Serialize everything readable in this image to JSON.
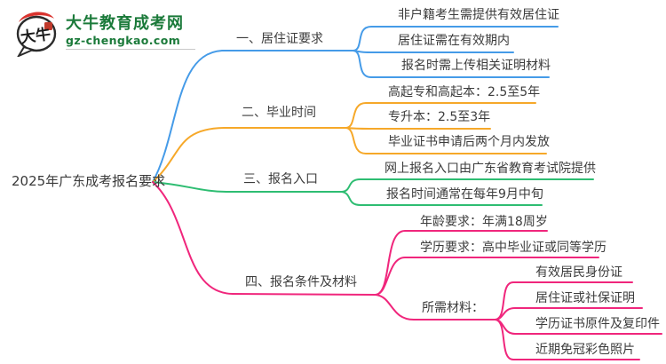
{
  "logo": {
    "site_name": "大牛教育成考网",
    "domain": "gz-chengkao.com",
    "icon_text": "大牛"
  },
  "root": {
    "label": "2025年广东成考报名要求"
  },
  "colors": {
    "branch1": "#459be8",
    "branch2": "#f6a829",
    "branch3": "#2ebd72",
    "branch4": "#f0267c",
    "text": "#3c3c3c",
    "logo_green": "#1b7a3a"
  },
  "branches": [
    {
      "label": "一、居住证要求",
      "children": [
        "非户籍考生需提供有效居住证",
        "居住证需在有效期内",
        "报名时需上传相关证明材料"
      ]
    },
    {
      "label": "二、毕业时间",
      "children": [
        "高起专和高起本：2.5至5年",
        "专升本：2.5至3年",
        "毕业证书申请后两个月内发放"
      ]
    },
    {
      "label": "三、报名入口",
      "children": [
        "网上报名入口由广东省教育考试院提供",
        "报名时间通常在每年9月中旬"
      ]
    },
    {
      "label": "四、报名条件及材料",
      "children": [
        "年龄要求：年满18周岁",
        "学历要求：高中毕业证或同等学历"
      ],
      "subgroup": {
        "label": "所需材料：",
        "children": [
          "有效居民身份证",
          "居住证或社保证明",
          "学历证书原件及复印件",
          "近期免冠彩色照片"
        ]
      }
    }
  ]
}
